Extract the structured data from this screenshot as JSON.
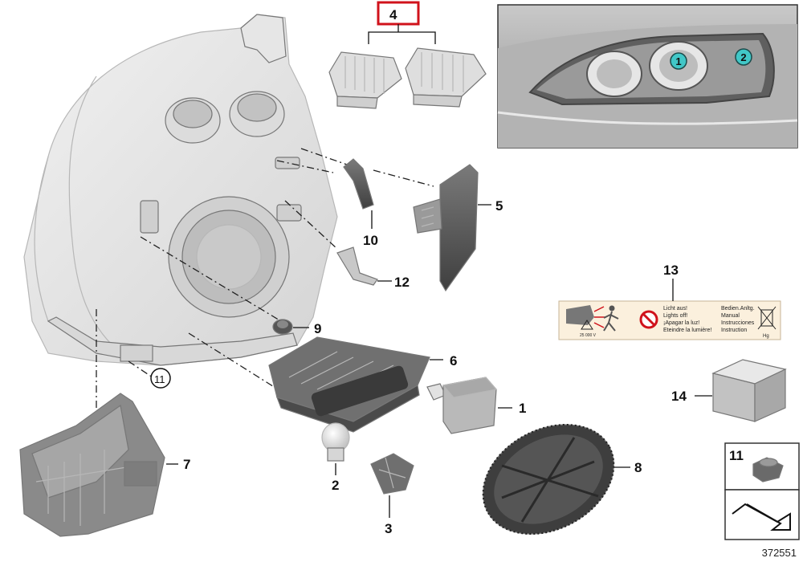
{
  "callouts": {
    "c1": "1",
    "c2": "2",
    "c3": "3",
    "c4": "4",
    "c5": "5",
    "c6": "6",
    "c7": "7",
    "c8": "8",
    "c9": "9",
    "c10": "10",
    "c11": "11",
    "c12": "12",
    "c13": "13",
    "c14": "14"
  },
  "inset": {
    "marker1": "1",
    "marker2": "2"
  },
  "warning_label": {
    "col1": [
      "Licht aus!",
      "Lights off!",
      "¡Apagar la luz!",
      "Eteindre la lumière!"
    ],
    "col2": [
      "Bedien.Anltg.",
      "Manual",
      "Instrucciones",
      "Instruction"
    ],
    "voltage": "25 000 V",
    "hg": "Hg"
  },
  "legend_box": {
    "number": "11"
  },
  "reference_number": "372551",
  "colors": {
    "callout_box_border": "#d0121b",
    "marker_fill": "#41c7c7"
  }
}
